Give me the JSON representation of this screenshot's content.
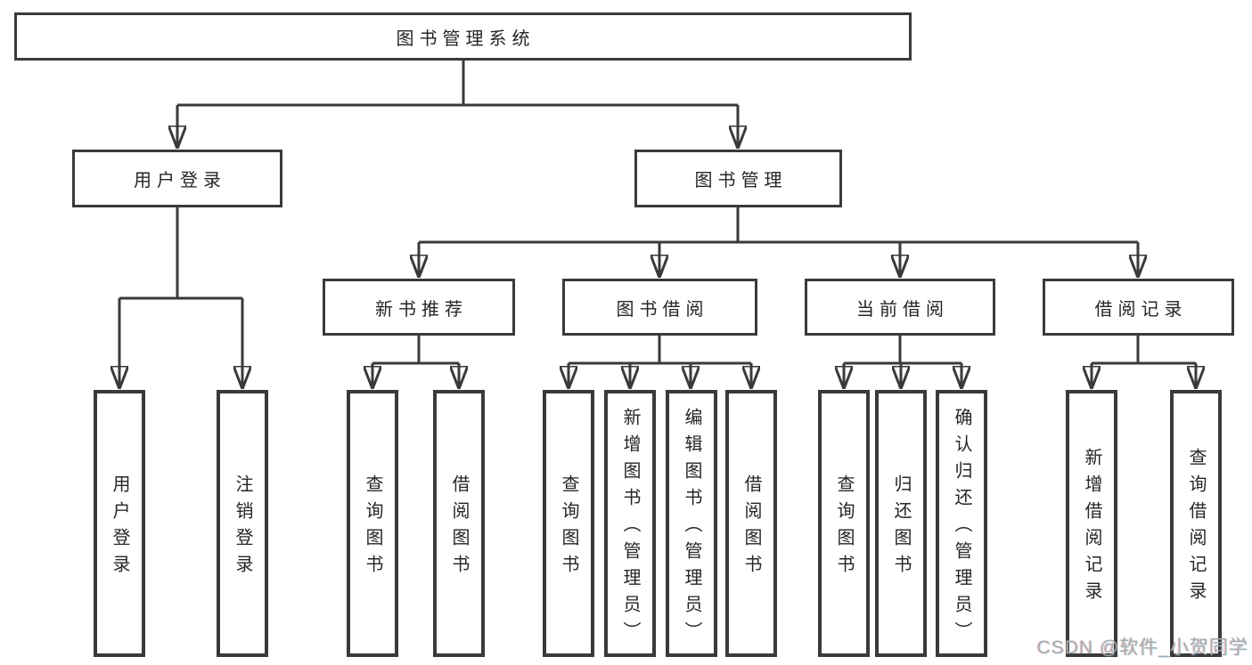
{
  "diagram_title": "图书管理系统",
  "nodes": {
    "root": {
      "label": "图书管理系统"
    },
    "level1": [
      {
        "label": "用户登录"
      },
      {
        "label": "图书管理"
      }
    ],
    "level2": [
      {
        "label": "新书推荐",
        "parent": "图书管理"
      },
      {
        "label": "图书借阅",
        "parent": "图书管理"
      },
      {
        "label": "当前借阅",
        "parent": "图书管理"
      },
      {
        "label": "借阅记录",
        "parent": "图书管理"
      }
    ],
    "leaves": [
      {
        "label": "用户登录",
        "parent": "用户登录"
      },
      {
        "label": "注销登录",
        "parent": "用户登录"
      },
      {
        "label": "查询图书",
        "parent": "新书推荐"
      },
      {
        "label": "借阅图书",
        "parent": "新书推荐"
      },
      {
        "label": "查询图书",
        "parent": "图书借阅"
      },
      {
        "label": "新增图书（管理员）",
        "parent": "图书借阅"
      },
      {
        "label": "编辑图书（管理员）",
        "parent": "图书借阅"
      },
      {
        "label": "借阅图书",
        "parent": "图书借阅"
      },
      {
        "label": "查询图书",
        "parent": "当前借阅"
      },
      {
        "label": "归还图书",
        "parent": "当前借阅"
      },
      {
        "label": "确认归还（管理员）",
        "parent": "当前借阅"
      },
      {
        "label": "新增借阅记录",
        "parent": "借阅记录"
      },
      {
        "label": "查询借阅记录",
        "parent": "借阅记录"
      }
    ]
  },
  "watermark": {
    "text": "CSDN @软件_小贺同学"
  },
  "colors": {
    "line": "#3a3a3a",
    "text": "#262626",
    "background": "#ffffff",
    "watermark": "#acacac"
  }
}
